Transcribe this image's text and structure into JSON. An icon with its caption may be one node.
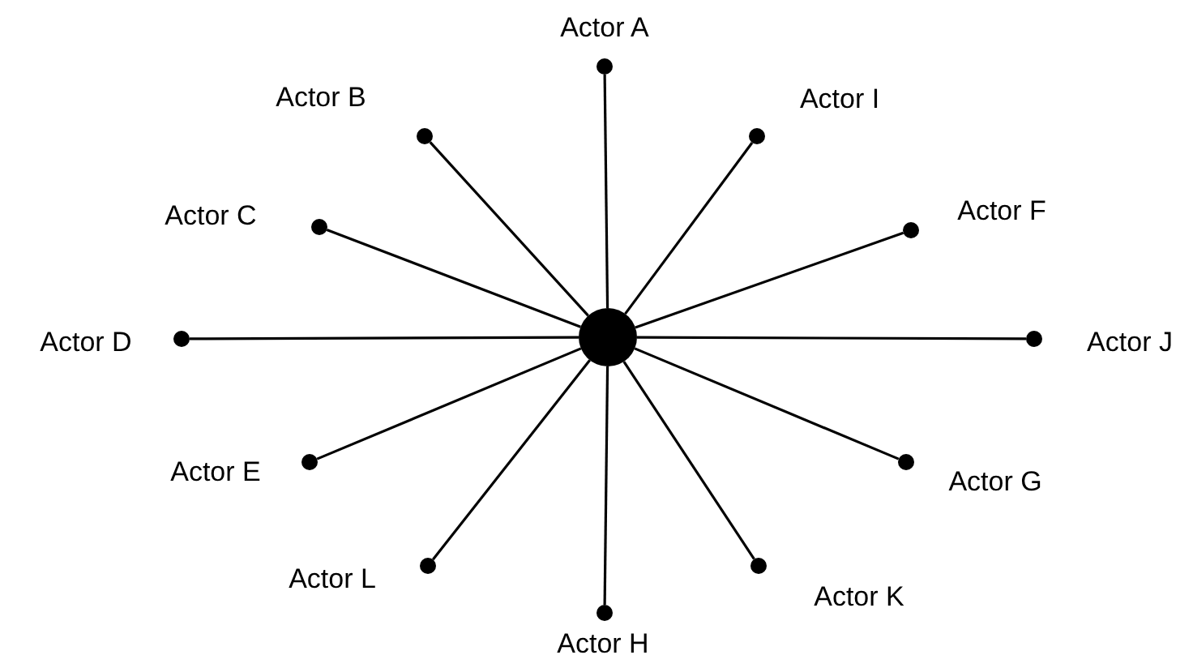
{
  "diagram": {
    "nodes": [
      {
        "text": [],
        "shape": "circle"
      },
      {
        "text": [],
        "shape": "circle",
        "beside": [
          "Actor A"
        ]
      },
      {
        "text": [],
        "shape": "circle",
        "beside": [
          "Actor B"
        ]
      },
      {
        "text": [],
        "shape": "circle",
        "beside": [
          "Actor I"
        ]
      },
      {
        "text": [],
        "shape": "circle",
        "beside": [
          "Actor C"
        ]
      },
      {
        "text": [],
        "shape": "circle",
        "beside": [
          "Actor F"
        ]
      },
      {
        "text": [],
        "shape": "circle",
        "beside": [
          "Actor D"
        ]
      },
      {
        "text": [],
        "shape": "circle",
        "beside": [
          "Actor J"
        ]
      },
      {
        "text": [],
        "shape": "circle",
        "beside": [
          "Actor E"
        ]
      },
      {
        "text": [],
        "shape": "circle",
        "beside": [
          "Actor G"
        ]
      },
      {
        "text": [],
        "shape": "circle",
        "beside": [
          "Actor L"
        ]
      },
      {
        "text": [],
        "shape": "circle",
        "beside": [
          "Actor K"
        ]
      },
      {
        "text": [],
        "shape": "circle",
        "beside": [
          "Actor H"
        ]
      }
    ],
    "edges": [
      {
        "from": 0,
        "to": 1,
        "arrow": "none"
      },
      {
        "from": 0,
        "to": 2,
        "arrow": "none"
      },
      {
        "from": 0,
        "to": 3,
        "arrow": "none"
      },
      {
        "from": 0,
        "to": 4,
        "arrow": "none"
      },
      {
        "from": 0,
        "to": 5,
        "arrow": "none"
      },
      {
        "from": 0,
        "to": 6,
        "arrow": "none"
      },
      {
        "from": 0,
        "to": 7,
        "arrow": "none"
      },
      {
        "from": 0,
        "to": 8,
        "arrow": "none"
      },
      {
        "from": 0,
        "to": 9,
        "arrow": "none"
      },
      {
        "from": 0,
        "to": 10,
        "arrow": "none"
      },
      {
        "from": 0,
        "to": 11,
        "arrow": "none"
      },
      {
        "from": 0,
        "to": 12,
        "arrow": "none"
      }
    ]
  }
}
